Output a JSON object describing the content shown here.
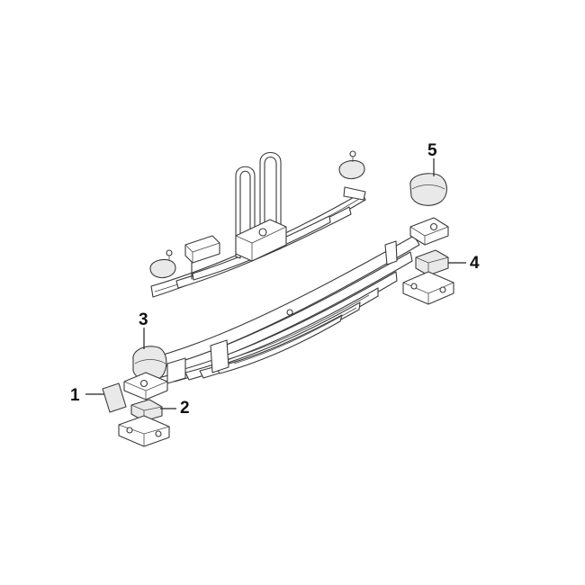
{
  "callouts": [
    {
      "id": "1",
      "label": "1"
    },
    {
      "id": "2",
      "label": "2"
    },
    {
      "id": "3",
      "label": "3"
    },
    {
      "id": "4",
      "label": "4"
    },
    {
      "id": "5",
      "label": "5"
    }
  ],
  "colors": {
    "background": "#ffffff",
    "line": "#3a3a3a",
    "label": "#111111"
  }
}
